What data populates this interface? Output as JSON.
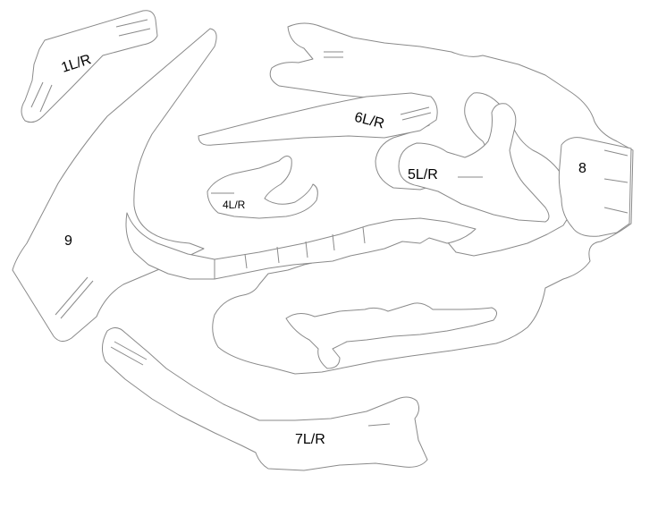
{
  "sheet": {
    "line_color": "#8a8a8a",
    "background": "#ffffff",
    "parts": [
      {
        "id": "1LR",
        "label": "1L/R"
      },
      {
        "id": "9",
        "label": "9"
      },
      {
        "id": "6LR",
        "label": "6L/R"
      },
      {
        "id": "4LR",
        "label": "4L/R"
      },
      {
        "id": "5LR",
        "label": "5L/R"
      },
      {
        "id": "8",
        "label": "8"
      },
      {
        "id": "7LR",
        "label": "7L/R"
      }
    ]
  }
}
